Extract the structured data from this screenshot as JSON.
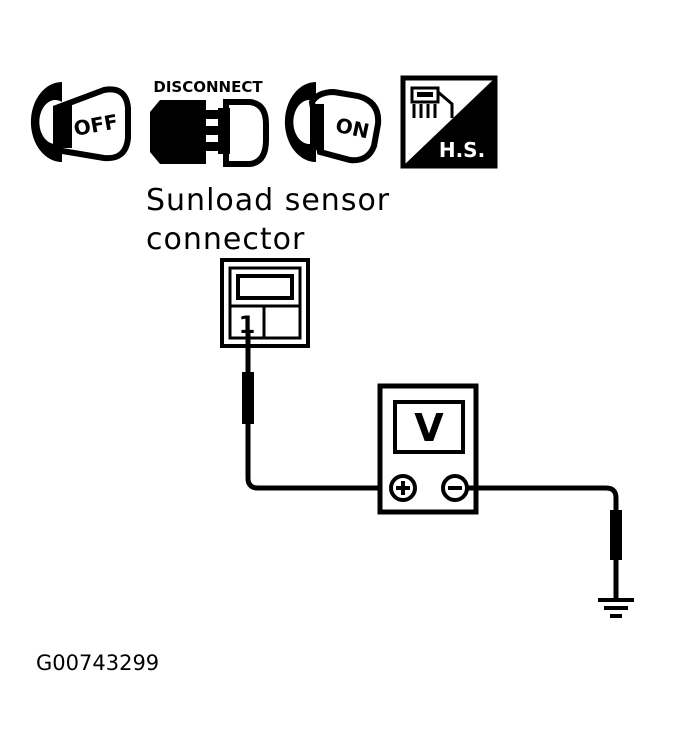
{
  "steps": {
    "key_off_label": "OFF",
    "disconnect_label": "DISCONNECT",
    "key_on_label": "ON",
    "harness_label": "H.S."
  },
  "connector": {
    "caption_line1": "Sunload sensor",
    "caption_line2": "connector",
    "terminal_label": "1"
  },
  "meter": {
    "unit_label": "V",
    "positive_symbol": "+",
    "negative_symbol": "−"
  },
  "figure_id": "G00743299"
}
